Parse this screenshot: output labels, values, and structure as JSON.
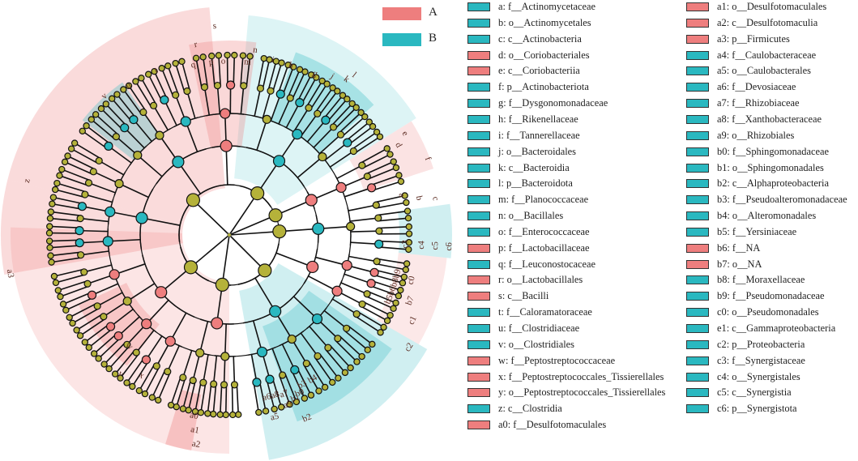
{
  "groups": [
    {
      "name": "A",
      "color": "#ee7e7e"
    },
    {
      "name": "B",
      "color": "#2ab8c0"
    }
  ],
  "colors": {
    "A": "#ee7e7e",
    "B": "#2ab8c0",
    "node": "#b5b23a",
    "edge": "#111111"
  },
  "chart_data": {
    "type": "cladogram",
    "taxa": [
      {
        "code": "a",
        "label": "a: f__Actinomycetaceae",
        "group": "B"
      },
      {
        "code": "b",
        "label": "b: o__Actinomycetales",
        "group": "B"
      },
      {
        "code": "c",
        "label": "c: c__Actinobacteria",
        "group": "B"
      },
      {
        "code": "d",
        "label": "d: o__Coriobacteriales",
        "group": "A"
      },
      {
        "code": "e",
        "label": "e: c__Coriobacteriia",
        "group": "A"
      },
      {
        "code": "f",
        "label": "f: p__Actinobacteriota",
        "group": "B"
      },
      {
        "code": "g",
        "label": "g: f__Dysgonomonadaceae",
        "group": "B"
      },
      {
        "code": "h",
        "label": "h: f__Rikenellaceae",
        "group": "B"
      },
      {
        "code": "i",
        "label": "i: f__Tannerellaceae",
        "group": "B"
      },
      {
        "code": "j",
        "label": "j: o__Bacteroidales",
        "group": "B"
      },
      {
        "code": "k",
        "label": "k: c__Bacteroidia",
        "group": "B"
      },
      {
        "code": "l",
        "label": "l: p__Bacteroidota",
        "group": "B"
      },
      {
        "code": "m",
        "label": "m: f__Planococcaceae",
        "group": "B"
      },
      {
        "code": "n",
        "label": "n: o__Bacillales",
        "group": "B"
      },
      {
        "code": "o",
        "label": "o: f__Enterococcaceae",
        "group": "B"
      },
      {
        "code": "p",
        "label": "p: f__Lactobacillaceae",
        "group": "A"
      },
      {
        "code": "q",
        "label": "q: f__Leuconostocaceae",
        "group": "B"
      },
      {
        "code": "r",
        "label": "r: o__Lactobacillales",
        "group": "A"
      },
      {
        "code": "s",
        "label": "s: c__Bacilli",
        "group": "A"
      },
      {
        "code": "t",
        "label": "t: f__Caloramatoraceae",
        "group": "B"
      },
      {
        "code": "u",
        "label": "u: f__Clostridiaceae",
        "group": "B"
      },
      {
        "code": "v",
        "label": "v: o__Clostridiales",
        "group": "B"
      },
      {
        "code": "w",
        "label": "w: f__Peptostreptococcaceae",
        "group": "A"
      },
      {
        "code": "x",
        "label": "x: f__Peptostreptococcales_Tissierellales",
        "group": "A"
      },
      {
        "code": "y",
        "label": "y: o__Peptostreptococcales_Tissierellales",
        "group": "A"
      },
      {
        "code": "z",
        "label": "z: c__Clostridia",
        "group": "B"
      },
      {
        "code": "a0",
        "label": "a0: f__Desulfotomaculales",
        "group": "A"
      },
      {
        "code": "a1",
        "label": "a1: o__Desulfotomaculales",
        "group": "A"
      },
      {
        "code": "a2",
        "label": "a2: c__Desulfotomaculia",
        "group": "A"
      },
      {
        "code": "a3",
        "label": "a3: p__Firmicutes",
        "group": "A"
      },
      {
        "code": "a4",
        "label": "a4: f__Caulobacteraceae",
        "group": "B"
      },
      {
        "code": "a5",
        "label": "a5: o__Caulobacterales",
        "group": "B"
      },
      {
        "code": "a6",
        "label": "a6: f__Devosiaceae",
        "group": "B"
      },
      {
        "code": "a7",
        "label": "a7: f__Rhizobiaceae",
        "group": "B"
      },
      {
        "code": "a8",
        "label": "a8: f__Xanthobacteraceae",
        "group": "B"
      },
      {
        "code": "a9",
        "label": "a9: o__Rhizobiales",
        "group": "B"
      },
      {
        "code": "b0",
        "label": "b0: f__Sphingomonadaceae",
        "group": "B"
      },
      {
        "code": "b1",
        "label": "b1: o__Sphingomonadales",
        "group": "B"
      },
      {
        "code": "b2",
        "label": "b2: c__Alphaproteobacteria",
        "group": "B"
      },
      {
        "code": "b3",
        "label": "b3: f__Pseudoalteromonadaceae",
        "group": "B"
      },
      {
        "code": "b4",
        "label": "b4: o__Alteromonadales",
        "group": "B"
      },
      {
        "code": "b5",
        "label": "b5: f__Yersiniaceae",
        "group": "B"
      },
      {
        "code": "b6",
        "label": "b6: f__NA",
        "group": "A"
      },
      {
        "code": "b7",
        "label": "b7: o__NA",
        "group": "A"
      },
      {
        "code": "b8",
        "label": "b8: f__Moraxellaceae",
        "group": "B"
      },
      {
        "code": "b9",
        "label": "b9: f__Pseudomonadaceae",
        "group": "B"
      },
      {
        "code": "c0",
        "label": "c0: o__Pseudomonadales",
        "group": "B"
      },
      {
        "code": "e1",
        "label": "e1: c__Gammaproteobacteria",
        "group": "B"
      },
      {
        "code": "c2",
        "label": "c2: p__Proteobacteria",
        "group": "B"
      },
      {
        "code": "c3",
        "label": "c3: f__Synergistaceae",
        "group": "B"
      },
      {
        "code": "c4",
        "label": "c4: o__Synergistales",
        "group": "B"
      },
      {
        "code": "c5",
        "label": "c5: c__Synergistia",
        "group": "B"
      },
      {
        "code": "c6",
        "label": "c6: p__Synergistota",
        "group": "B"
      }
    ],
    "tree_labels": {
      "a": "a",
      "b": "b",
      "c": "c",
      "d": "d",
      "e": "e",
      "f": "f",
      "g": "g",
      "h": "h",
      "i": "i",
      "j": "j",
      "k": "k",
      "l": "l",
      "m": "m",
      "n": "n",
      "o": "o",
      "p": "p",
      "q": "q",
      "r": "r",
      "s": "s",
      "t": "t",
      "u": "u",
      "v": "v",
      "w": "w",
      "x": "x",
      "y": "y",
      "z": "z",
      "a0": "a0",
      "a1": "a1",
      "a2": "a2",
      "a3": "a3",
      "a4": "a4",
      "a5": "a5",
      "a6": "a6",
      "a7": "a7",
      "a8": "a8",
      "a9": "a9",
      "b0": "b0",
      "b1": "b1",
      "b2": "b2",
      "b3": "b3",
      "b4": "b4",
      "b5": "b5",
      "b6": "b6",
      "b7": "b7",
      "b8": "b8",
      "b9": "b9",
      "c0": "c0",
      "c1": "c1",
      "c2": "c2",
      "c3": "c3",
      "c4": "c4",
      "c5": "c5",
      "c6": "c6"
    }
  }
}
